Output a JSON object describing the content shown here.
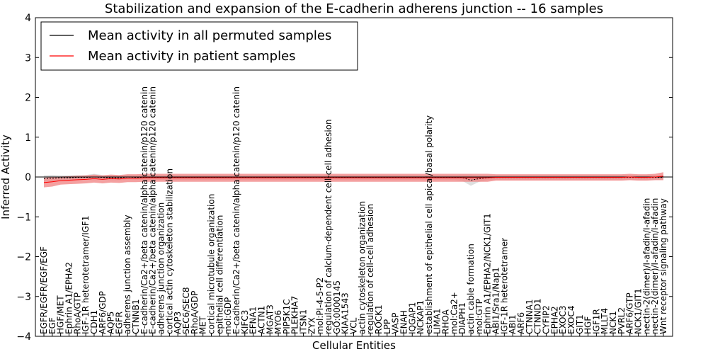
{
  "chart_data": {
    "type": "line",
    "title": "Stabilization and expansion of the E-cadherin adherens junction -- 16 samples",
    "xlabel": "Cellular Entities",
    "ylabel": "Inferred Activity",
    "ylim": [
      -4,
      4
    ],
    "yticks": [
      -4,
      -3,
      -2,
      -1,
      0,
      1,
      2,
      3,
      4
    ],
    "legend_position": "top-left",
    "categories": [
      "EGFR/EGFR/EGF/EGF",
      "EGF",
      "HGF/MET",
      "Ephrin A1/EPHA2",
      "RhoA/GTP",
      "IGF-1R heterotetramer/IGF1",
      "CDH1",
      "ARF6/GDP",
      "AQP5",
      "EGFR",
      "adherens junction assembly",
      "CTNNB1",
      "E-cadherin/Ca2+/beta catenin/alpha catenin/p120 catenin",
      "E-cadherin/Ca2+/beta catenin/alpha catenin/p120 catenin",
      "adherens junction organization",
      "cortical actin cytoskeleton stabilization",
      "AQP3",
      "SEC6/SEC8",
      "RhoA/GDP",
      "MET",
      "cortical microtubule organization",
      "epithelial cell differentiation",
      "mol:GDP",
      "E-cadherin/Ca2+/beta catenin/alpha catenin/p120 catenin",
      "KIFC3",
      "EFNA1",
      "ACTN1",
      "MGAT3",
      "MYO6",
      "PIP5K1C",
      "PLEKHA7",
      "ITSN1",
      "ZYX",
      "mol:PI-4-5-P2",
      "regulation of calcium-dependent cell-cell adhesion",
      "GO:0000145",
      "KIAA1543",
      "VCL",
      "actin cytoskeleton organization",
      "regulation of cell-cell adhesion",
      "ROCK1",
      "LPP",
      "VASP",
      "ENAH",
      "IQGAP1",
      "NCKAP1",
      "establishment of epithelial cell apical/basal polarity",
      "LIMA1",
      "RHOA",
      "mol:Ca2+",
      "DIAPH1",
      "actin cable formation",
      "mol:GTP",
      "Ephrin A1/EPHA2/NCK1/GIT1",
      "ABI1/Sra1/Nap1",
      "IGF-1R heterotetramer",
      "ABI1",
      "ARF6",
      "CTNNA1",
      "CTNND1",
      "CYFIP2",
      "EPHA2",
      "EXOC3",
      "EXOC4",
      "GIT1",
      "HGF",
      "IGF1R",
      "MLLT4",
      "NCK1",
      "PVRL2",
      "ARF6/GTP",
      "NCK1/GIT1",
      "nectin-2(dimer)/I-afadin/I-afadin",
      "nectin-2(dimer)/I-afadin/I-afadin",
      "Wnt receptor signaling pathway"
    ],
    "series": [
      {
        "name": "Mean activity in all permuted samples",
        "color": "#000000",
        "band_color": "#c8c8c8",
        "values": [
          -0.04,
          -0.03,
          -0.02,
          -0.02,
          -0.01,
          -0.01,
          0.0,
          -0.01,
          -0.02,
          -0.02,
          0.0,
          -0.01,
          -0.01,
          -0.01,
          -0.01,
          -0.01,
          -0.01,
          -0.01,
          -0.01,
          -0.01,
          -0.01,
          -0.01,
          -0.01,
          -0.01,
          -0.01,
          -0.01,
          -0.01,
          -0.01,
          -0.01,
          -0.01,
          -0.01,
          -0.01,
          -0.01,
          -0.01,
          -0.01,
          -0.01,
          -0.01,
          -0.01,
          -0.01,
          -0.01,
          -0.01,
          -0.01,
          -0.01,
          -0.01,
          -0.01,
          -0.01,
          -0.01,
          -0.01,
          -0.01,
          -0.01,
          -0.02,
          -0.08,
          -0.04,
          -0.02,
          -0.01,
          -0.01,
          -0.01,
          -0.01,
          -0.01,
          -0.01,
          -0.01,
          -0.01,
          -0.01,
          -0.01,
          -0.01,
          -0.01,
          -0.01,
          -0.01,
          -0.01,
          -0.01,
          -0.01,
          -0.01,
          -0.01,
          -0.01,
          -0.01
        ],
        "band": [
          0.08,
          0.08,
          0.06,
          0.06,
          0.06,
          0.06,
          0.08,
          0.06,
          0.06,
          0.06,
          0.06,
          0.06,
          0.06,
          0.06,
          0.06,
          0.06,
          0.06,
          0.06,
          0.06,
          0.06,
          0.06,
          0.06,
          0.06,
          0.06,
          0.06,
          0.06,
          0.06,
          0.06,
          0.06,
          0.06,
          0.06,
          0.06,
          0.06,
          0.06,
          0.06,
          0.06,
          0.06,
          0.06,
          0.06,
          0.06,
          0.06,
          0.06,
          0.06,
          0.06,
          0.06,
          0.06,
          0.06,
          0.06,
          0.06,
          0.06,
          0.08,
          0.14,
          0.08,
          0.06,
          0.06,
          0.06,
          0.06,
          0.06,
          0.06,
          0.06,
          0.06,
          0.06,
          0.06,
          0.06,
          0.06,
          0.06,
          0.06,
          0.06,
          0.06,
          0.06,
          0.06,
          0.06,
          0.06,
          0.06,
          0.06
        ]
      },
      {
        "name": "Mean activity in patient samples",
        "color": "#ff0000",
        "band_color": "#f08080",
        "values": [
          -0.14,
          -0.12,
          -0.09,
          -0.08,
          -0.07,
          -0.06,
          -0.04,
          -0.06,
          -0.04,
          -0.05,
          -0.03,
          -0.03,
          -0.02,
          -0.02,
          -0.02,
          -0.02,
          -0.02,
          -0.02,
          -0.02,
          -0.02,
          -0.02,
          -0.02,
          -0.02,
          -0.02,
          -0.02,
          -0.02,
          -0.02,
          -0.02,
          -0.02,
          -0.02,
          -0.02,
          -0.02,
          -0.02,
          -0.02,
          -0.02,
          -0.02,
          -0.02,
          -0.02,
          -0.02,
          -0.02,
          -0.02,
          -0.02,
          -0.02,
          -0.02,
          -0.02,
          -0.02,
          -0.02,
          -0.02,
          -0.02,
          -0.02,
          -0.02,
          -0.02,
          -0.02,
          -0.02,
          -0.01,
          -0.01,
          -0.01,
          -0.01,
          -0.01,
          -0.01,
          -0.01,
          -0.01,
          -0.01,
          -0.01,
          -0.01,
          -0.01,
          -0.01,
          -0.01,
          -0.01,
          -0.01,
          0.0,
          -0.01,
          -0.01,
          0.0,
          0.02
        ],
        "band": [
          0.12,
          0.12,
          0.1,
          0.1,
          0.1,
          0.1,
          0.1,
          0.1,
          0.1,
          0.1,
          0.1,
          0.1,
          0.1,
          0.1,
          0.1,
          0.1,
          0.1,
          0.1,
          0.1,
          0.1,
          0.1,
          0.1,
          0.1,
          0.1,
          0.1,
          0.1,
          0.1,
          0.1,
          0.1,
          0.1,
          0.1,
          0.1,
          0.1,
          0.1,
          0.1,
          0.1,
          0.1,
          0.1,
          0.1,
          0.1,
          0.1,
          0.1,
          0.1,
          0.1,
          0.1,
          0.1,
          0.1,
          0.1,
          0.1,
          0.1,
          0.1,
          0.1,
          0.1,
          0.1,
          0.08,
          0.08,
          0.08,
          0.08,
          0.08,
          0.08,
          0.08,
          0.08,
          0.08,
          0.08,
          0.08,
          0.08,
          0.08,
          0.08,
          0.08,
          0.08,
          0.08,
          0.08,
          0.08,
          0.08,
          0.1
        ]
      }
    ]
  }
}
